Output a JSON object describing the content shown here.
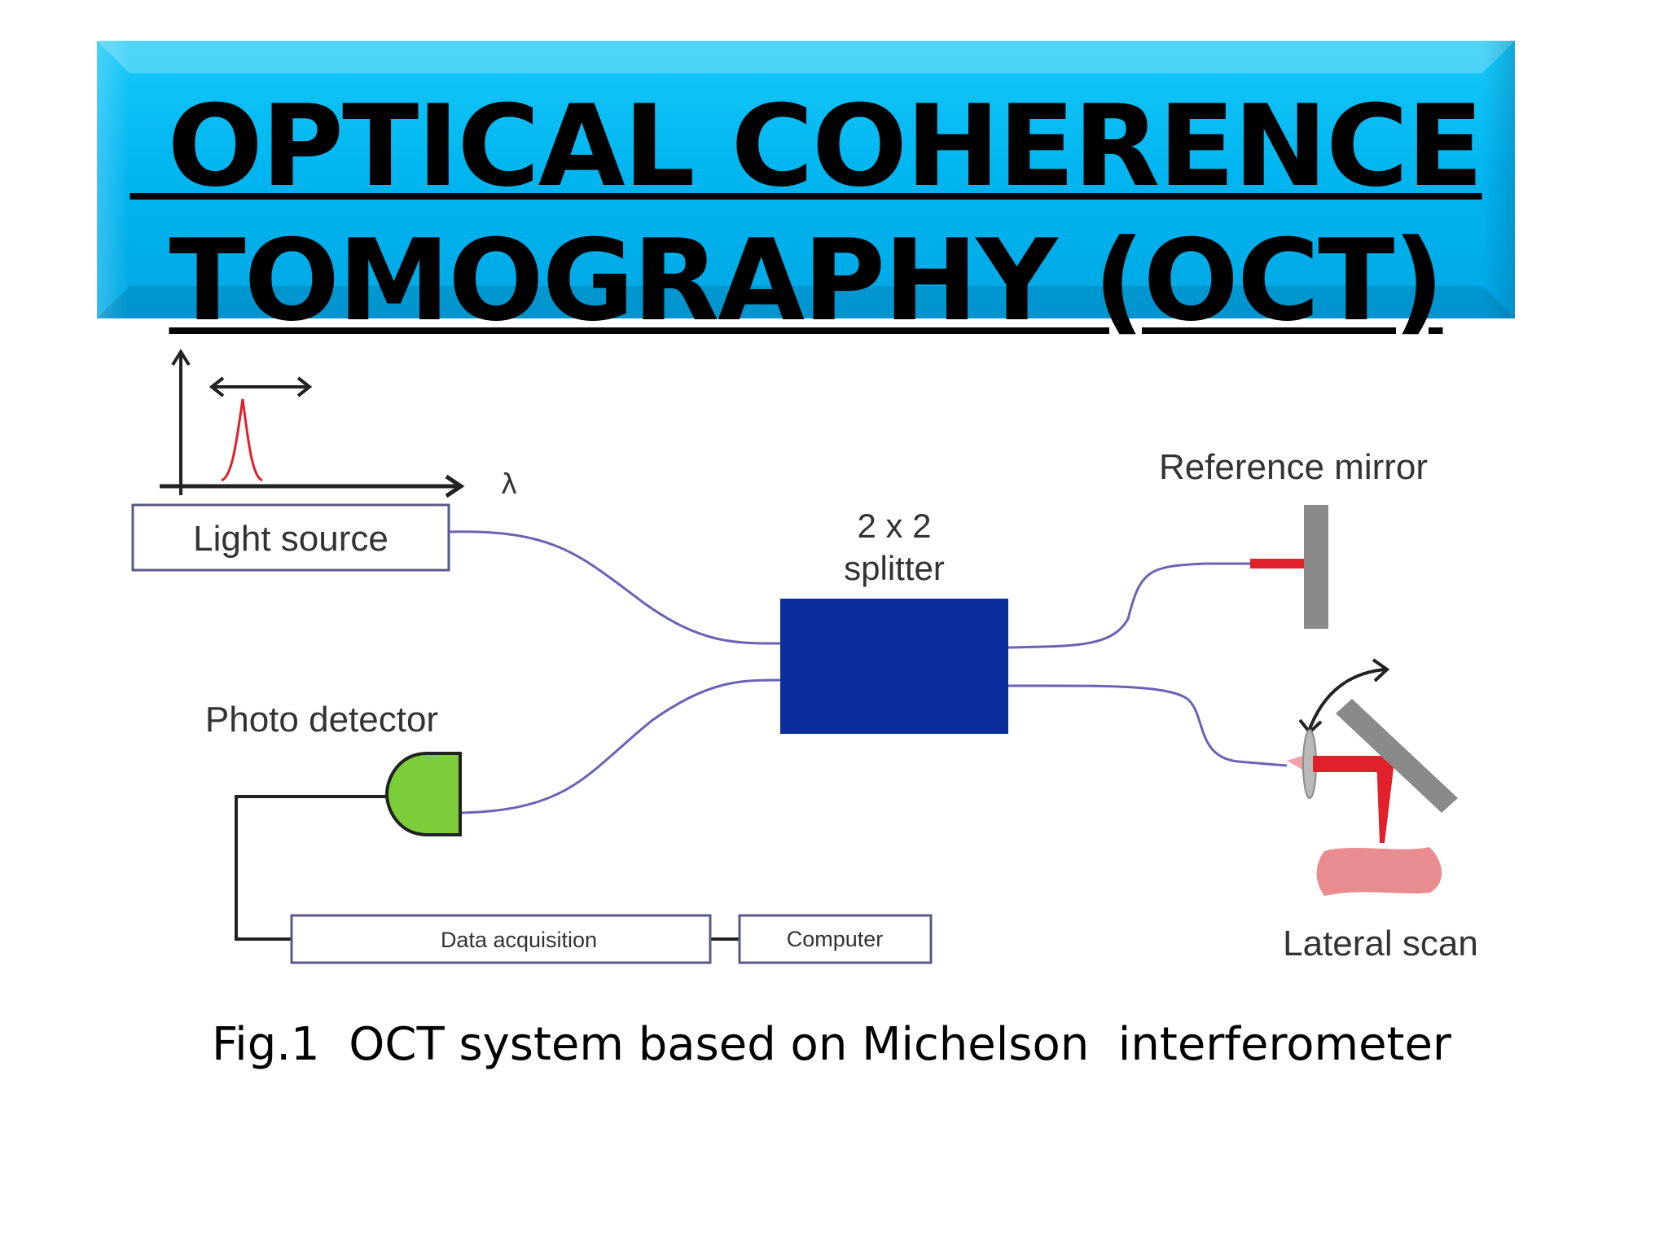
{
  "title": {
    "line1": " OPTICAL COHERENCE",
    "line2": "TOMOGRAPHY (OCT)"
  },
  "diagram": {
    "labels": {
      "lambda": "λ",
      "light_source": "Light source",
      "splitter_line1": "2 x 2",
      "splitter_line2": "splitter",
      "reference_mirror": "Reference mirror",
      "photo_detector": "Photo detector",
      "data_acquisition": "Data acquisition",
      "computer": "Computer",
      "lateral_scan": "Lateral scan"
    },
    "colors": {
      "fiber": "#6a62b4",
      "splitter": "#0a2f9c",
      "detector": "#7ccd3a",
      "beam": "#e0202a",
      "mirror": "#8a8a8a",
      "sample": "#e88c90",
      "box_border": "#4b4b7e"
    }
  },
  "caption": "Fig.1  OCT system based on Michelson  interferometer"
}
